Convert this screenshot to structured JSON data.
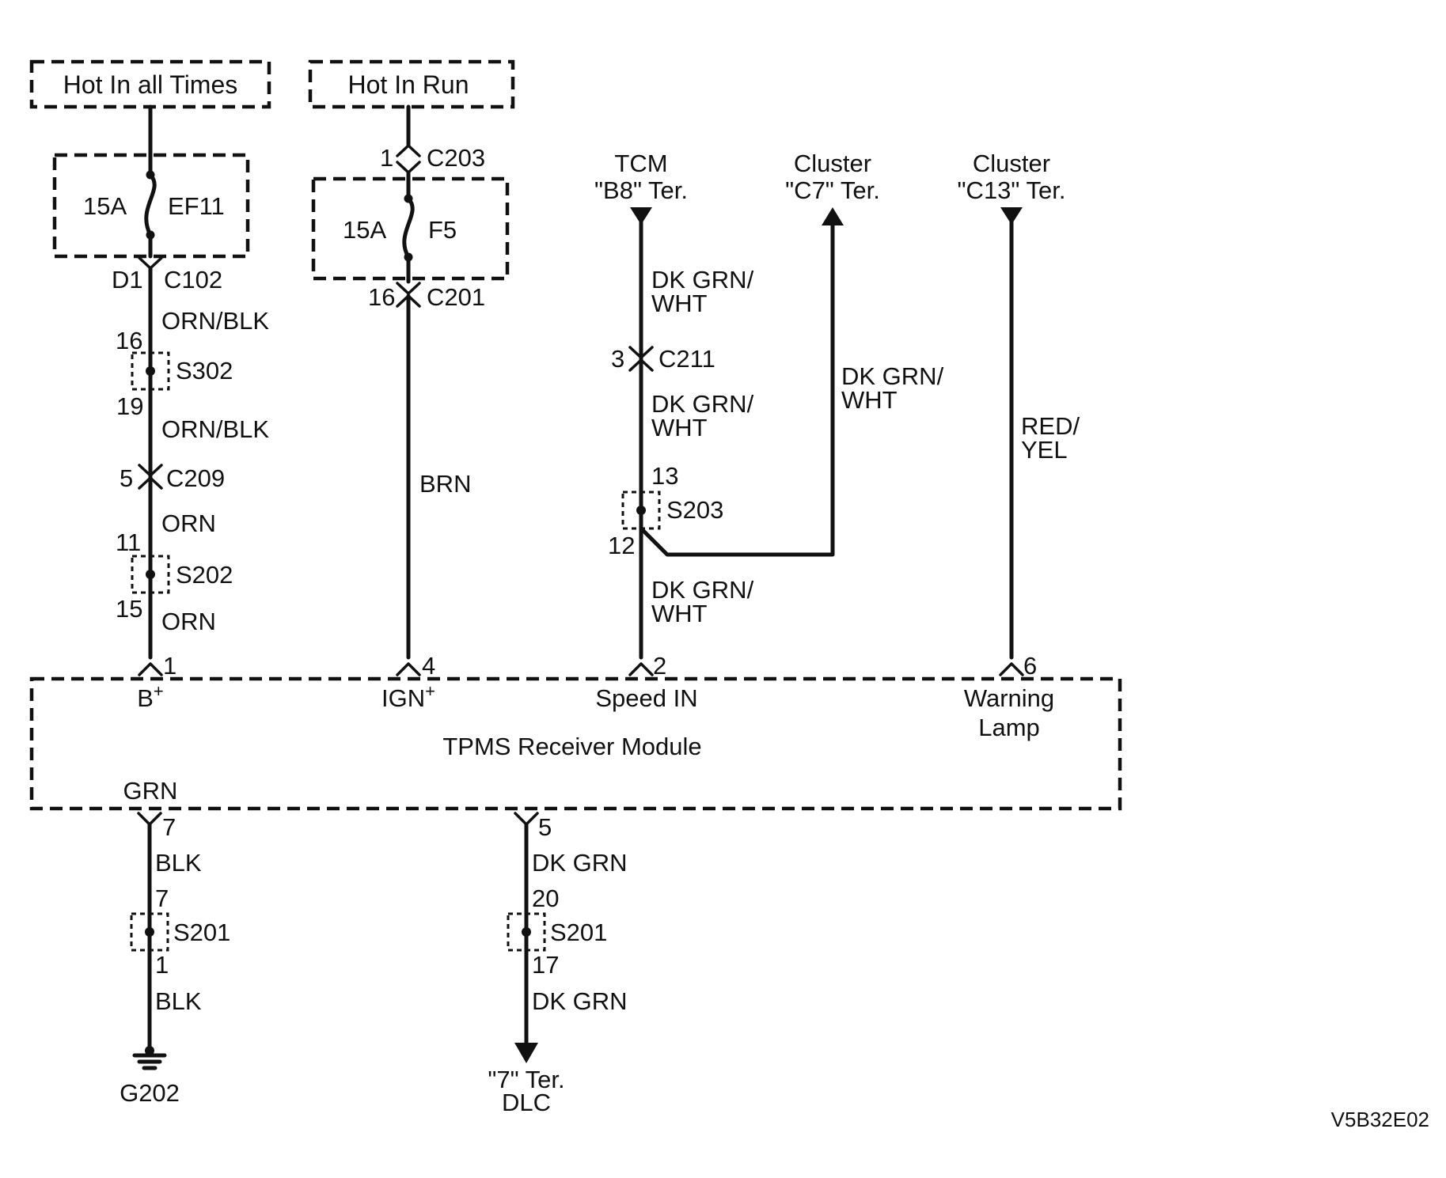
{
  "power": {
    "hot_all_times": "Hot In all Times",
    "hot_in_run": "Hot In Run"
  },
  "fuses": {
    "ef11": {
      "rating": "15A",
      "name": "EF11"
    },
    "f5": {
      "rating": "15A",
      "name": "F5"
    }
  },
  "connectors": {
    "c102": {
      "pin": "D1",
      "name": "C102"
    },
    "c203": {
      "pin": "1",
      "name": "C203"
    },
    "c201": {
      "pin": "16",
      "name": "C201"
    },
    "c211": {
      "pin": "3",
      "name": "C211"
    },
    "c209": {
      "pin": "5",
      "name": "C209"
    }
  },
  "splices": {
    "s302": {
      "name": "S302",
      "pin_in": "16",
      "pin_out": "19"
    },
    "s202": {
      "name": "S202",
      "pin_in": "11",
      "pin_out": "15"
    },
    "s203": {
      "name": "S203",
      "pin_in": "13",
      "pin_out": "12"
    },
    "s201_ground": {
      "name": "S201",
      "pin_in": "7",
      "pin_out": "1"
    },
    "s201_dlc": {
      "name": "S201",
      "pin_in": "20",
      "pin_out": "17"
    }
  },
  "wires": {
    "orn_blk_1": "ORN/BLK",
    "orn_blk_2": "ORN/BLK",
    "orn_1": "ORN",
    "orn_2": "ORN",
    "brn": "BRN",
    "dkgrn_wht_1a": "DK GRN/",
    "dkgrn_wht_1b": "WHT",
    "dkgrn_wht_2a": "DK GRN/",
    "dkgrn_wht_2b": "WHT",
    "dkgrn_wht_3a": "DK GRN/",
    "dkgrn_wht_3b": "WHT",
    "dkgrn_wht_4a": "DK GRN/",
    "dkgrn_wht_4b": "WHT",
    "red_yel_a": "RED/",
    "red_yel_b": "YEL",
    "blk_1": "BLK",
    "blk_2": "BLK",
    "dk_grn_1": "DK GRN",
    "dk_grn_2": "DK GRN"
  },
  "terminals": {
    "tcm_a": "TCM",
    "tcm_b": "\"B8\" Ter.",
    "cluster_c7_a": "Cluster",
    "cluster_c7_b": "\"C7\" Ter.",
    "cluster_c13_a": "Cluster",
    "cluster_c13_b": "\"C13\" Ter.",
    "dlc_a": "\"7\" Ter.",
    "dlc_b": "DLC"
  },
  "module": {
    "title": "TPMS Receiver Module",
    "pins": {
      "bplus": {
        "num": "1",
        "label": "B",
        "sup": "+"
      },
      "ign": {
        "num": "4",
        "label": "IGN",
        "sup": "+"
      },
      "speed": {
        "num": "2",
        "label": "Speed IN"
      },
      "warning": {
        "num": "6",
        "label_a": "Warning",
        "label_b": "Lamp"
      },
      "grn": {
        "num": "7",
        "label": "GRN"
      },
      "dlc": {
        "num": "5"
      }
    }
  },
  "ground": {
    "name": "G202"
  },
  "figure_code": "V5B32E02"
}
